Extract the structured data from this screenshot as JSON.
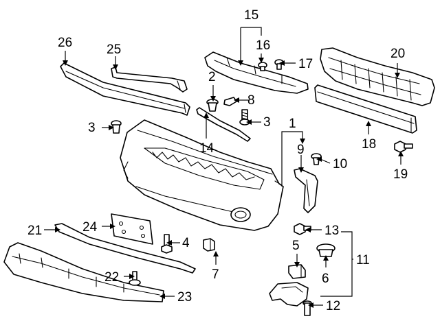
{
  "callouts": [
    {
      "id": "1",
      "text": "1"
    },
    {
      "id": "2",
      "text": "2"
    },
    {
      "id": "3a",
      "text": "3"
    },
    {
      "id": "3b",
      "text": "3"
    },
    {
      "id": "4",
      "text": "4"
    },
    {
      "id": "5",
      "text": "5"
    },
    {
      "id": "6",
      "text": "6"
    },
    {
      "id": "7",
      "text": "7"
    },
    {
      "id": "8",
      "text": "8"
    },
    {
      "id": "9",
      "text": "9"
    },
    {
      "id": "10",
      "text": "10"
    },
    {
      "id": "11",
      "text": "11"
    },
    {
      "id": "12",
      "text": "12"
    },
    {
      "id": "13",
      "text": "13"
    },
    {
      "id": "14",
      "text": "14"
    },
    {
      "id": "15",
      "text": "15"
    },
    {
      "id": "16",
      "text": "16"
    },
    {
      "id": "17",
      "text": "17"
    },
    {
      "id": "18",
      "text": "18"
    },
    {
      "id": "19",
      "text": "19"
    },
    {
      "id": "20",
      "text": "20"
    },
    {
      "id": "21",
      "text": "21"
    },
    {
      "id": "22",
      "text": "22"
    },
    {
      "id": "23",
      "text": "23"
    },
    {
      "id": "24",
      "text": "24"
    },
    {
      "id": "25",
      "text": "25"
    },
    {
      "id": "26",
      "text": "26"
    }
  ]
}
